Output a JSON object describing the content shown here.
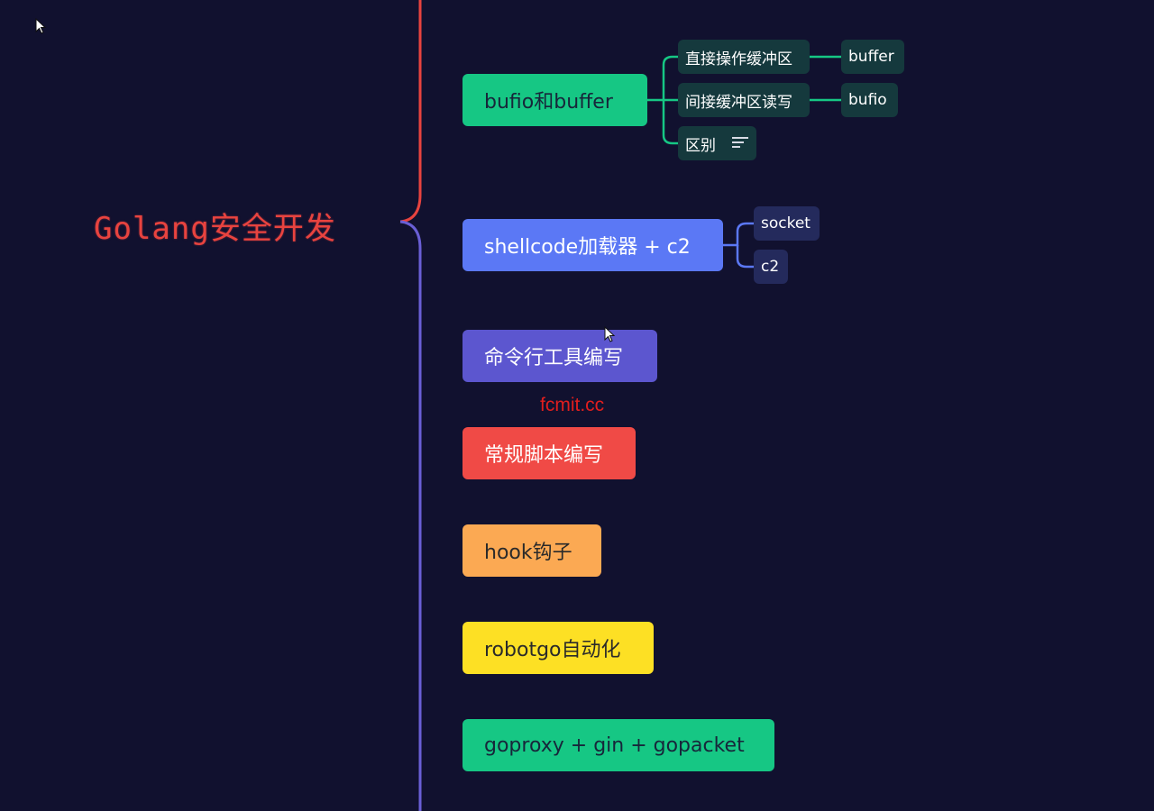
{
  "root": {
    "title": "Golang安全开发",
    "color": "#e8433f"
  },
  "branches": [
    {
      "label": "bufio和buffer",
      "bg": "#16c784",
      "fg": "#17263a",
      "subtopics": [
        {
          "label": "直接操作缓冲区",
          "child": "buffer"
        },
        {
          "label": "间接缓冲区读写",
          "child": "bufio"
        },
        {
          "label": "区别",
          "icon": "notes-icon"
        }
      ]
    },
    {
      "label": "shellcode加载器 + c2",
      "bg": "#5b78f5",
      "fg": "#ffffff",
      "subtopics": [
        {
          "label": "socket"
        },
        {
          "label": "c2"
        }
      ]
    },
    {
      "label": "命令行工具编写",
      "bg": "#5c56cf",
      "fg": "#ffffff"
    },
    {
      "label": "常规脚本编写",
      "bg": "#f04a46",
      "fg": "#ffffff"
    },
    {
      "label": "hook钩子",
      "bg": "#fba953",
      "fg": "#2a2a2a"
    },
    {
      "label": "robotgo自动化",
      "bg": "#fde024",
      "fg": "#2a2a2a"
    },
    {
      "label": "goproxy + gin + gopacket",
      "bg": "#16c784",
      "fg": "#17263a"
    }
  ],
  "watermark": "fcmit.cc",
  "colors": {
    "background": "#11112f",
    "bracket_top": "#e8433f",
    "bracket_bottom": "#6a5fd6",
    "teal_link": "#16c784",
    "blue_link": "#5b78f5"
  }
}
